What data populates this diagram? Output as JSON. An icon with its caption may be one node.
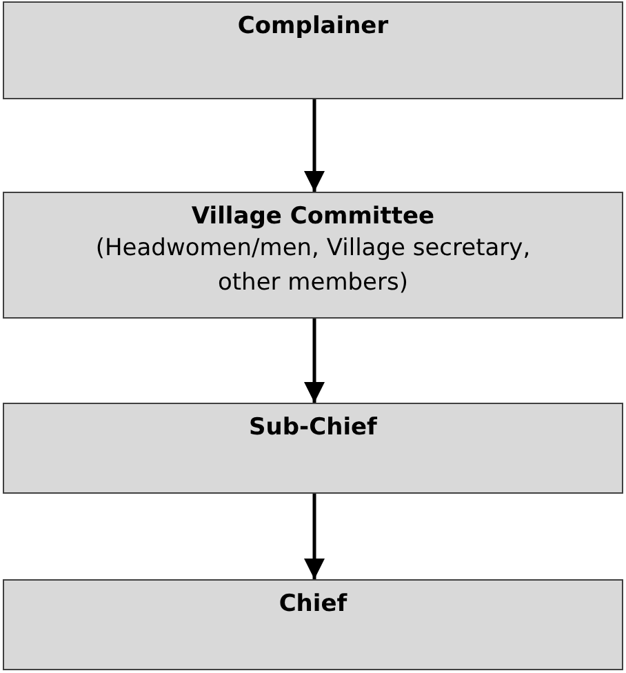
{
  "diagram": {
    "nodes": [
      {
        "text": [
          "Complainer"
        ]
      },
      {
        "text": [
          "Village Committee",
          "(Headwomen/men, Village secretary, other members)"
        ]
      },
      {
        "text": [
          "Sub-Chief"
        ]
      },
      {
        "text": [
          "Chief"
        ]
      }
    ],
    "edges": [
      {
        "from": 0,
        "to": 1,
        "arrow": "to"
      },
      {
        "from": 1,
        "to": 2,
        "arrow": "to"
      },
      {
        "from": 2,
        "to": 3,
        "arrow": "to"
      }
    ]
  }
}
